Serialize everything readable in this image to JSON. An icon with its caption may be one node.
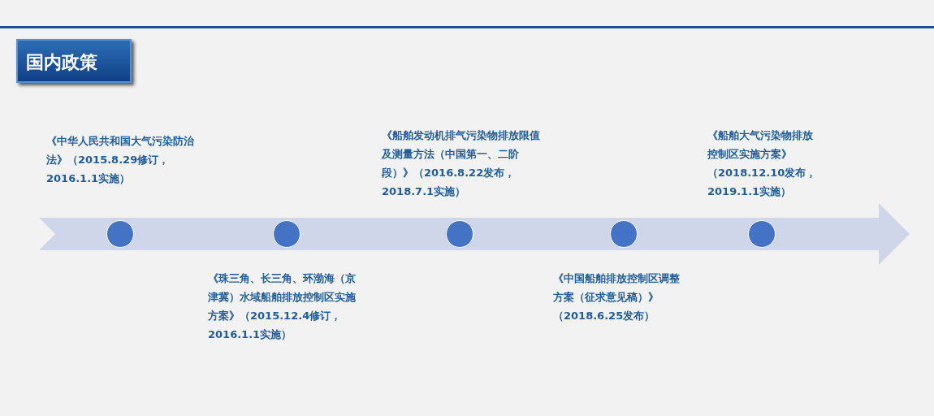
{
  "diagram": {
    "title": "国内政策",
    "nodes": [
      {
        "text": [],
        "shape": "circle",
        "beside": [
          "《中华人民共和国大气污染防治法》（2015.8.29修订，2016.1.1实施）"
        ]
      },
      {
        "text": [],
        "shape": "circle",
        "beside": [
          "《珠三角、长三角、环渤海（京津冀）水域船舶排放控制区实施方案》（2015.12.4修订，2016.1.1实施）"
        ]
      },
      {
        "text": [],
        "shape": "circle",
        "beside": [
          "《船舶发动机排气污染物排放限值及测量方法（中国第一、二阶段）》（2016.8.22发布，2018.7.1实施）"
        ]
      },
      {
        "text": [],
        "shape": "circle",
        "beside": [
          "《中国船舶排放控制区调整方案（征求意见稿）》（2018.6.25发布）"
        ]
      },
      {
        "text": [],
        "shape": "circle",
        "beside": [
          "《船舶大气污染物排放控制区实施方案》（2018.12.10发布，2019.1.1实施）"
        ]
      }
    ]
  }
}
